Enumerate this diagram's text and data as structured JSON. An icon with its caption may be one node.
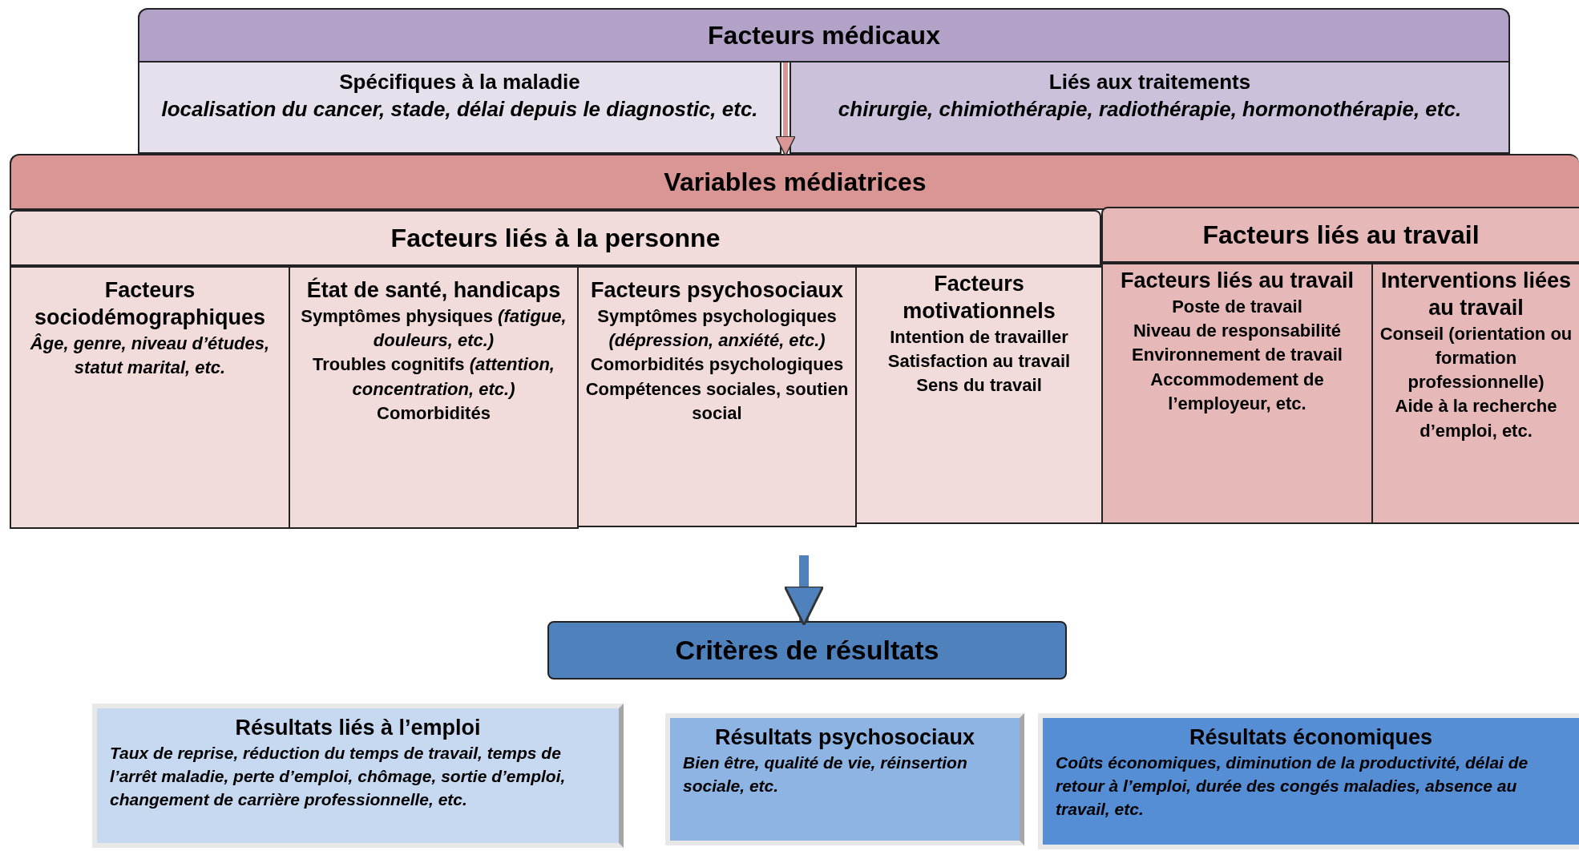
{
  "diagram": {
    "nodes": [
      {
        "text": [
          "Facteurs médicaux"
        ]
      },
      {
        "text": [
          "Spécifiques à la maladie",
          "localisation du cancer, stade, délai depuis le diagnostic, etc."
        ]
      },
      {
        "text": [
          "Liés aux traitements",
          "chirurgie, chimiothérapie, radiothérapie, hormonothérapie, etc."
        ]
      },
      {
        "text": [
          "Variables médiatrices"
        ]
      },
      {
        "text": [
          "Facteurs liés à la personne"
        ]
      },
      {
        "text": [
          "Facteurs liés au travail"
        ]
      },
      {
        "text": [
          "Facteurs sociodémographiques",
          "Âge, genre, niveau d’études, statut marital, etc."
        ]
      },
      {
        "text": [
          "État de santé, handicaps",
          "Symptômes physiques *(fatigue, douleurs, etc.)*",
          "Troubles cognitifs *(attention, concentration, etc.)*",
          "Comorbidités"
        ]
      },
      {
        "text": [
          "Facteurs psychosociaux",
          "Symptômes psychologiques *(dépression, anxiété, etc.)*",
          "Comorbidités psychologiques",
          "Compétences sociales, soutien social"
        ]
      },
      {
        "text": [
          "Facteurs motivationnels",
          "Intention de travailler",
          "Satisfaction au travail",
          "Sens du travail"
        ]
      },
      {
        "text": [
          "Facteurs liés au travail",
          "Poste de travail",
          "Niveau de responsabilité",
          "Environnement de travail",
          "Accommodement de l’employeur, etc."
        ]
      },
      {
        "text": [
          "Interventions liées au travail",
          "Conseil (orientation ou formation professionnelle)",
          "Aide à la recherche d’emploi, etc."
        ]
      },
      {
        "text": [
          "Critères de résultats"
        ]
      },
      {
        "text": [
          "Résultats liés à l’emploi",
          "Taux de reprise, réduction du temps de travail, temps de l’arrêt maladie, perte d’emploi, chômage, sortie d’emploi, changement de carrière professionnelle, etc."
        ]
      },
      {
        "text": [
          "Résultats psychosociaux",
          "Bien être, qualité de vie, réinsertion sociale, etc."
        ]
      },
      {
        "text": [
          "Résultats économiques",
          "Coûts économiques, diminution de la productivité, délai de retour à l’emploi, durée des congés maladies, absence au travail, etc."
        ]
      }
    ],
    "edges": [
      {
        "from": 0,
        "to": 3,
        "arrow": "to",
        "color": "#d99694"
      },
      {
        "from": null,
        "to": 12,
        "arrow": "to",
        "style": "thick",
        "color": "#4f81bd"
      }
    ]
  }
}
